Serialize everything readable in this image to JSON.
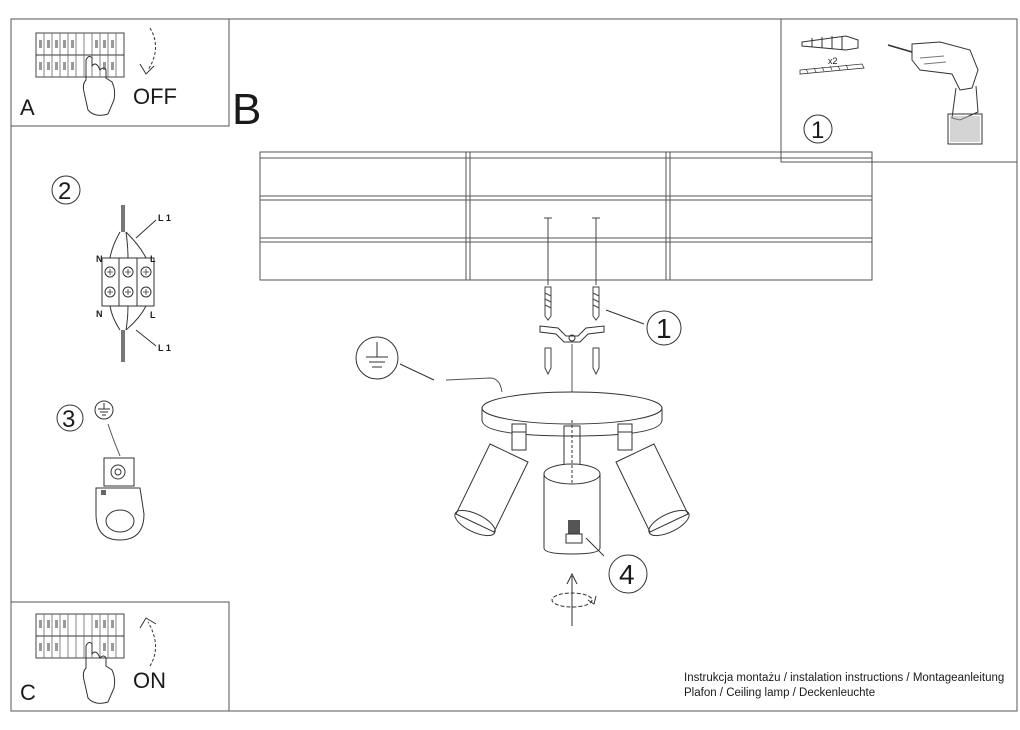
{
  "panels": {
    "a": {
      "letter": "A",
      "switch_text": "OFF"
    },
    "b": {
      "letter": "B"
    },
    "c": {
      "letter": "C",
      "switch_text": "ON"
    }
  },
  "steps": {
    "drill": "1",
    "wiring": "2",
    "ground": "3",
    "mount": "1",
    "bulb": "4"
  },
  "hardware": {
    "multiplier": "x2"
  },
  "wiring": {
    "top_right": "L 1",
    "left_top": "N",
    "right_top": "L",
    "left_bottom": "N",
    "right_bottom": "L",
    "bottom_right": "L 1"
  },
  "footer": {
    "line1": "Instrukcja montażu / instalation instructions / Montageanleitung",
    "line2": "Plafon / Ceiling lamp / Deckenleuchte"
  },
  "icons": [
    "breaker-panel-icon",
    "hand-icon",
    "curved-arrow-icon",
    "wall-plug-icon",
    "screw-icon",
    "drill-icon",
    "terminal-block-icon",
    "ground-symbol-icon",
    "ground-clamp-icon",
    "ceiling-panel",
    "mounting-bracket-icon",
    "ceiling-base",
    "spotlight-icon",
    "rotate-arrow-icon"
  ]
}
